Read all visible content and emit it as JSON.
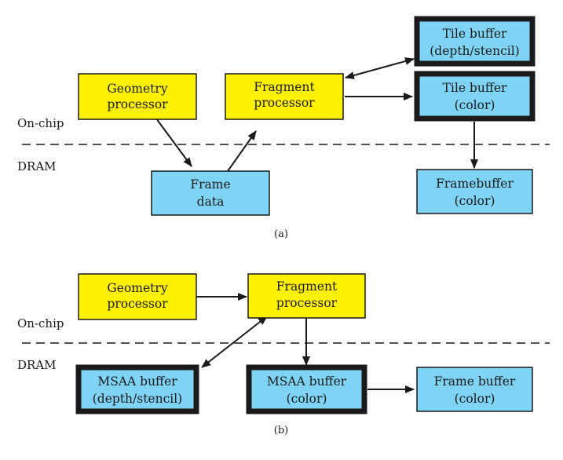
{
  "colors": {
    "yellow": "#fff200",
    "blue": "#7fd4f5",
    "stroke": "#1a1a1a"
  },
  "diagram_a": {
    "caption": "(a)",
    "on_chip_label": "On-chip",
    "dram_label": "DRAM",
    "geometry_processor": [
      "Geometry",
      "processor"
    ],
    "fragment_processor": [
      "Fragment",
      "processor"
    ],
    "tile_buffer_depth": [
      "Tile buffer",
      "(depth/stencil)"
    ],
    "tile_buffer_color": [
      "Tile buffer",
      "(color)"
    ],
    "frame_data": [
      "Frame",
      "data"
    ],
    "framebuffer": [
      "Framebuffer",
      "(color)"
    ]
  },
  "diagram_b": {
    "caption": "(b)",
    "on_chip_label": "On-chip",
    "dram_label": "DRAM",
    "geometry_processor": [
      "Geometry",
      "processor"
    ],
    "fragment_processor": [
      "Fragment",
      "processor"
    ],
    "msaa_buffer_depth": [
      "MSAA buffer",
      "(depth/stencil)"
    ],
    "msaa_buffer_color": [
      "MSAA buffer",
      "(color)"
    ],
    "frame_buffer": [
      "Frame buffer",
      "(color)"
    ]
  }
}
